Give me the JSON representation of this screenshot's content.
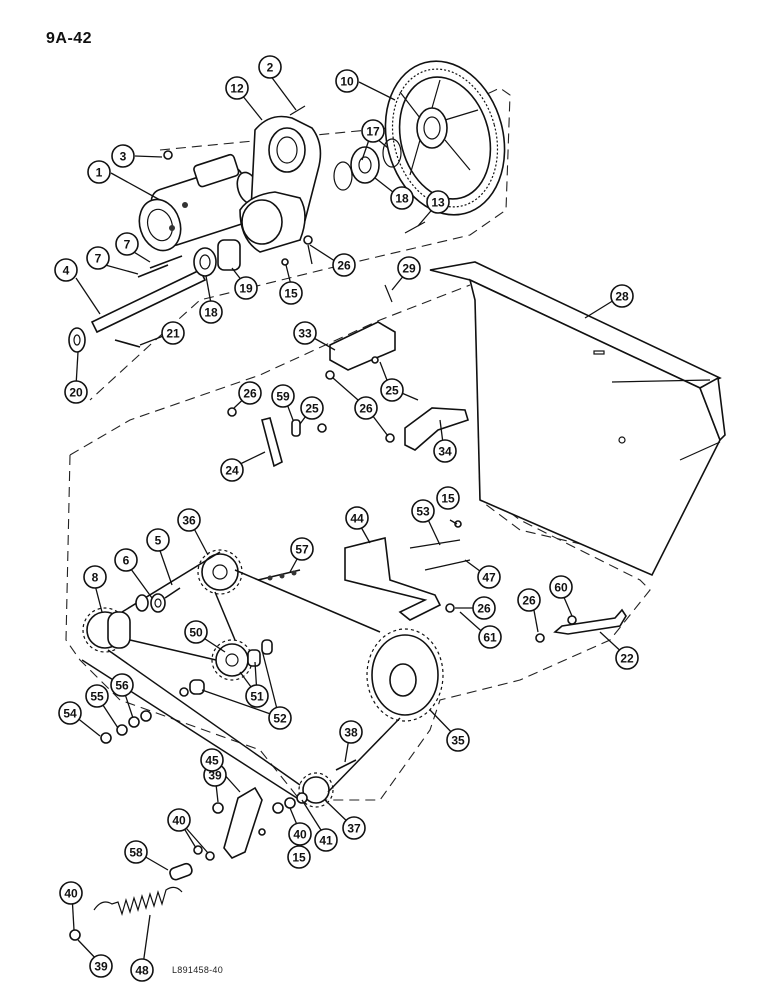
{
  "page": {
    "title": "9A-42",
    "figure_code": "L891458-40"
  },
  "callouts": [
    {
      "id": "c1",
      "label": "1"
    },
    {
      "id": "c2",
      "label": "2"
    },
    {
      "id": "c3",
      "label": "3"
    },
    {
      "id": "c4",
      "label": "4"
    },
    {
      "id": "c5",
      "label": "5"
    },
    {
      "id": "c6",
      "label": "6"
    },
    {
      "id": "c7a",
      "label": "7"
    },
    {
      "id": "c7b",
      "label": "7"
    },
    {
      "id": "c8",
      "label": "8"
    },
    {
      "id": "c10",
      "label": "10"
    },
    {
      "id": "c12",
      "label": "12"
    },
    {
      "id": "c13",
      "label": "13"
    },
    {
      "id": "c15a",
      "label": "15"
    },
    {
      "id": "c15b",
      "label": "15"
    },
    {
      "id": "c15c",
      "label": "15"
    },
    {
      "id": "c17",
      "label": "17"
    },
    {
      "id": "c18a",
      "label": "18"
    },
    {
      "id": "c18b",
      "label": "18"
    },
    {
      "id": "c19",
      "label": "19"
    },
    {
      "id": "c20",
      "label": "20"
    },
    {
      "id": "c21",
      "label": "21"
    },
    {
      "id": "c22",
      "label": "22"
    },
    {
      "id": "c24",
      "label": "24"
    },
    {
      "id": "c25a",
      "label": "25"
    },
    {
      "id": "c25b",
      "label": "25"
    },
    {
      "id": "c26a",
      "label": "26"
    },
    {
      "id": "c26b",
      "label": "26"
    },
    {
      "id": "c26c",
      "label": "26"
    },
    {
      "id": "c26d",
      "label": "26"
    },
    {
      "id": "c26e",
      "label": "26"
    },
    {
      "id": "c26f",
      "label": "26"
    },
    {
      "id": "c28",
      "label": "28"
    },
    {
      "id": "c29",
      "label": "29"
    },
    {
      "id": "c33",
      "label": "33"
    },
    {
      "id": "c34",
      "label": "34"
    },
    {
      "id": "c35",
      "label": "35"
    },
    {
      "id": "c36",
      "label": "36"
    },
    {
      "id": "c37",
      "label": "37"
    },
    {
      "id": "c38",
      "label": "38"
    },
    {
      "id": "c39a",
      "label": "39"
    },
    {
      "id": "c39b",
      "label": "39"
    },
    {
      "id": "c40a",
      "label": "40"
    },
    {
      "id": "c40b",
      "label": "40"
    },
    {
      "id": "c40c",
      "label": "40"
    },
    {
      "id": "c41",
      "label": "41"
    },
    {
      "id": "c44",
      "label": "44"
    },
    {
      "id": "c45",
      "label": "45"
    },
    {
      "id": "c47",
      "label": "47"
    },
    {
      "id": "c48",
      "label": "48"
    },
    {
      "id": "c50",
      "label": "50"
    },
    {
      "id": "c51",
      "label": "51"
    },
    {
      "id": "c52",
      "label": "52"
    },
    {
      "id": "c53",
      "label": "53"
    },
    {
      "id": "c54",
      "label": "54"
    },
    {
      "id": "c55",
      "label": "55"
    },
    {
      "id": "c56",
      "label": "56"
    },
    {
      "id": "c57",
      "label": "57"
    },
    {
      "id": "c58",
      "label": "58"
    },
    {
      "id": "c59",
      "label": "59"
    },
    {
      "id": "c60",
      "label": "60"
    },
    {
      "id": "c61",
      "label": "61"
    }
  ]
}
